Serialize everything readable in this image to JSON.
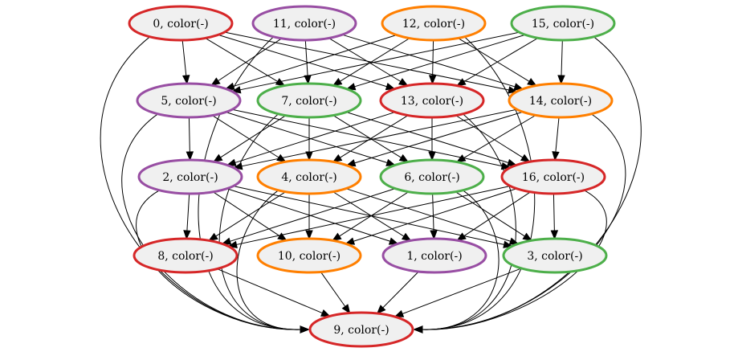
{
  "colors": {
    "red": "#d62728",
    "purple": "#984ea3",
    "orange": "#ff7f00",
    "green": "#4daf4a"
  },
  "nodes": [
    {
      "id": "0",
      "label": "0, color(-)",
      "color": "red"
    },
    {
      "id": "11",
      "label": "11, color(-)",
      "color": "purple"
    },
    {
      "id": "12",
      "label": "12, color(-)",
      "color": "orange"
    },
    {
      "id": "15",
      "label": "15, color(-)",
      "color": "green"
    },
    {
      "id": "5",
      "label": "5, color(-)",
      "color": "purple"
    },
    {
      "id": "7",
      "label": "7, color(-)",
      "color": "green"
    },
    {
      "id": "13",
      "label": "13, color(-)",
      "color": "red"
    },
    {
      "id": "14",
      "label": "14, color(-)",
      "color": "orange"
    },
    {
      "id": "2",
      "label": "2, color(-)",
      "color": "purple"
    },
    {
      "id": "4",
      "label": "4, color(-)",
      "color": "orange"
    },
    {
      "id": "6",
      "label": "6, color(-)",
      "color": "green"
    },
    {
      "id": "16",
      "label": "16, color(-)",
      "color": "red"
    },
    {
      "id": "8",
      "label": "8, color(-)",
      "color": "red"
    },
    {
      "id": "10",
      "label": "10, color(-)",
      "color": "orange"
    },
    {
      "id": "1",
      "label": "1, color(-)",
      "color": "purple"
    },
    {
      "id": "3",
      "label": "3, color(-)",
      "color": "green"
    },
    {
      "id": "9",
      "label": "9, color(-)",
      "color": "red"
    }
  ],
  "edges": [
    [
      "0",
      "5"
    ],
    [
      "0",
      "7"
    ],
    [
      "0",
      "13"
    ],
    [
      "0",
      "14"
    ],
    [
      "0",
      "9"
    ],
    [
      "11",
      "5"
    ],
    [
      "11",
      "7"
    ],
    [
      "11",
      "13"
    ],
    [
      "11",
      "14"
    ],
    [
      "11",
      "9"
    ],
    [
      "12",
      "5"
    ],
    [
      "12",
      "7"
    ],
    [
      "12",
      "13"
    ],
    [
      "12",
      "14"
    ],
    [
      "12",
      "9"
    ],
    [
      "15",
      "5"
    ],
    [
      "15",
      "7"
    ],
    [
      "15",
      "13"
    ],
    [
      "15",
      "14"
    ],
    [
      "15",
      "9"
    ],
    [
      "5",
      "2"
    ],
    [
      "5",
      "4"
    ],
    [
      "5",
      "6"
    ],
    [
      "5",
      "16"
    ],
    [
      "5",
      "9"
    ],
    [
      "7",
      "2"
    ],
    [
      "7",
      "4"
    ],
    [
      "7",
      "6"
    ],
    [
      "7",
      "16"
    ],
    [
      "7",
      "9"
    ],
    [
      "13",
      "2"
    ],
    [
      "13",
      "4"
    ],
    [
      "13",
      "6"
    ],
    [
      "13",
      "16"
    ],
    [
      "13",
      "9"
    ],
    [
      "14",
      "2"
    ],
    [
      "14",
      "4"
    ],
    [
      "14",
      "6"
    ],
    [
      "14",
      "16"
    ],
    [
      "14",
      "9"
    ],
    [
      "2",
      "8"
    ],
    [
      "2",
      "10"
    ],
    [
      "2",
      "1"
    ],
    [
      "2",
      "3"
    ],
    [
      "2",
      "9"
    ],
    [
      "4",
      "8"
    ],
    [
      "4",
      "10"
    ],
    [
      "4",
      "1"
    ],
    [
      "4",
      "3"
    ],
    [
      "4",
      "9"
    ],
    [
      "6",
      "8"
    ],
    [
      "6",
      "10"
    ],
    [
      "6",
      "1"
    ],
    [
      "6",
      "3"
    ],
    [
      "6",
      "9"
    ],
    [
      "16",
      "8"
    ],
    [
      "16",
      "10"
    ],
    [
      "16",
      "1"
    ],
    [
      "16",
      "3"
    ],
    [
      "16",
      "9"
    ],
    [
      "8",
      "9"
    ],
    [
      "10",
      "9"
    ],
    [
      "1",
      "9"
    ],
    [
      "3",
      "9"
    ]
  ]
}
